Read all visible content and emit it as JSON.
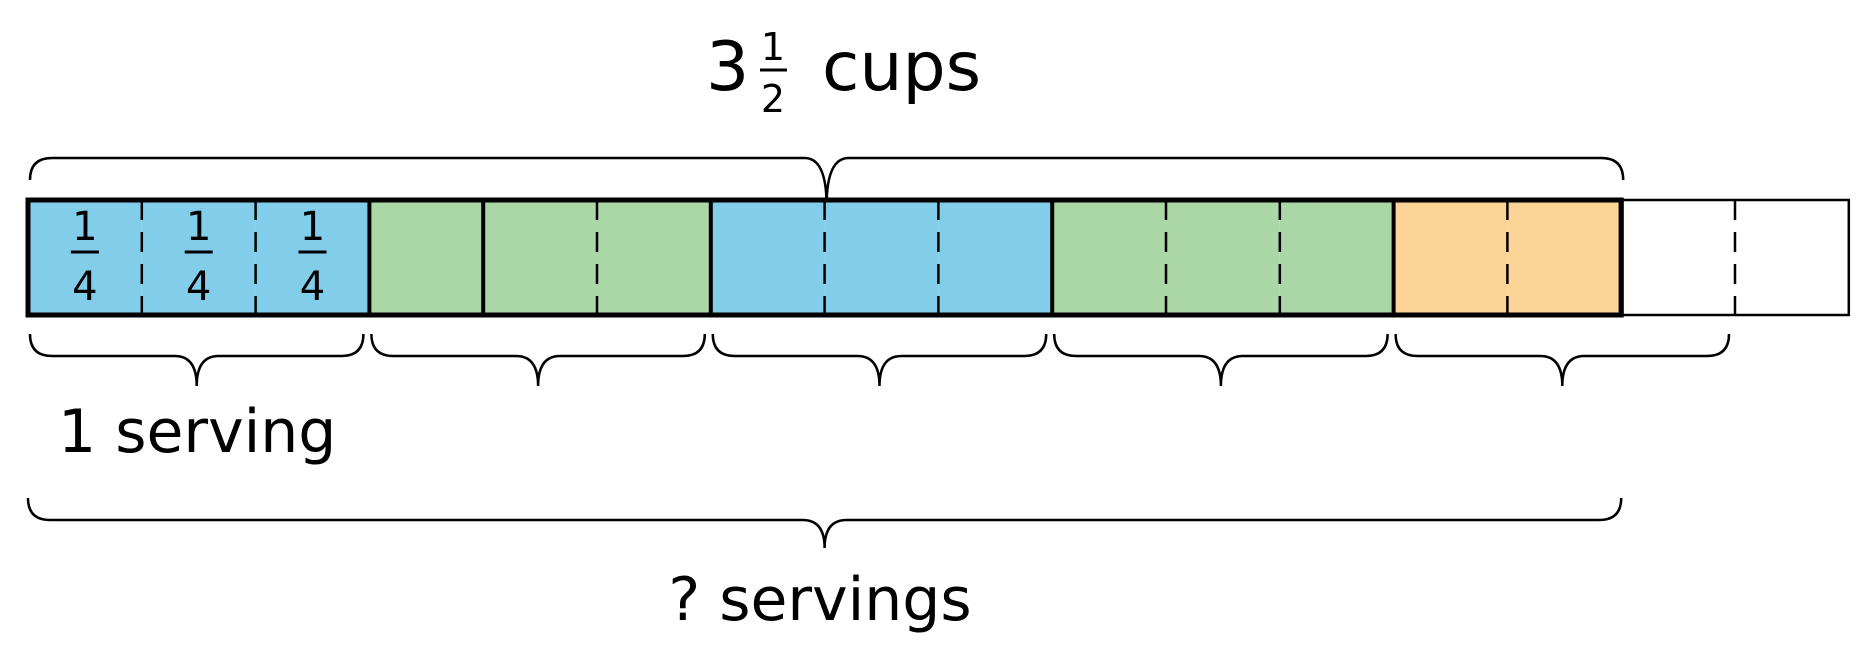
{
  "total_label": {
    "whole": "3",
    "numerator": "1",
    "denominator": "2",
    "unit": "cups"
  },
  "unit_fraction": {
    "numerator": "1",
    "denominator": "4"
  },
  "serving_label": "1 serving",
  "question_label": "? servings",
  "colors": {
    "blue": "#82CDEA",
    "green": "#ABD7A6",
    "orange": "#FCD596",
    "empty": "#FFFFFF",
    "stroke": "#000000"
  },
  "strip": {
    "quarters": [
      "blue",
      "blue",
      "blue",
      "green",
      "green",
      "green",
      "blue",
      "blue",
      "blue",
      "green",
      "green",
      "green",
      "orange",
      "orange",
      "empty",
      "empty"
    ],
    "labeled_quarters": 3,
    "servings_count": 5,
    "quarters_per_serving": 3,
    "shaded_quarters": 14
  }
}
